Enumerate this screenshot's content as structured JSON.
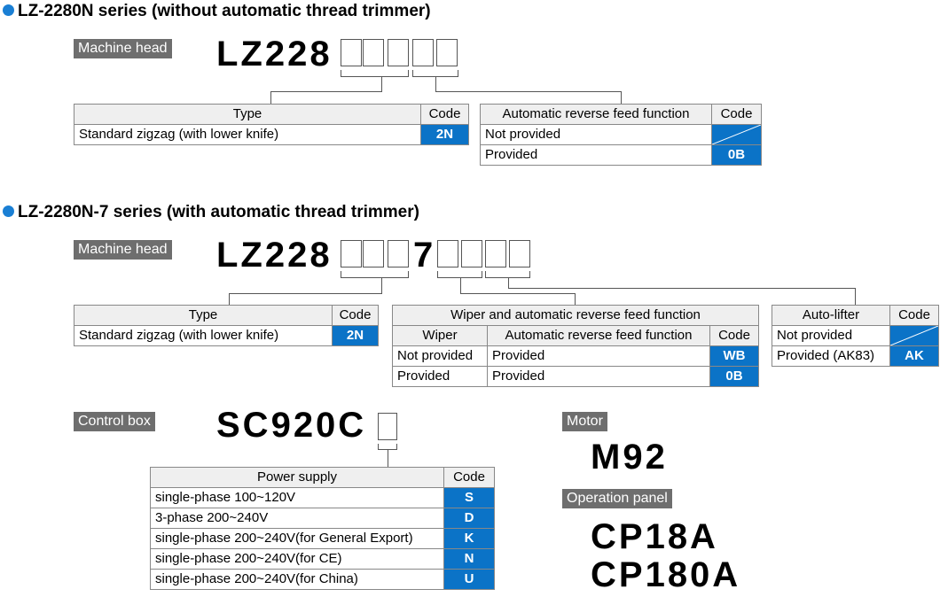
{
  "section1": {
    "title": "LZ-2280N series (without automatic thread trimmer)",
    "head_label": "Machine head",
    "model_prefix": "LZ228",
    "type_table": {
      "headers": [
        "Type",
        "Code"
      ],
      "rows": [
        [
          "Standard zigzag (with lower knife)",
          "2N"
        ]
      ]
    },
    "reverse_table": {
      "headers": [
        "Automatic reverse feed function",
        "Code"
      ],
      "rows": [
        [
          "Not provided",
          ""
        ],
        [
          "Provided",
          "0B"
        ]
      ]
    }
  },
  "section2": {
    "title": "LZ-2280N-7 series (with automatic thread trimmer)",
    "head_label": "Machine head",
    "model_prefix": "LZ228",
    "model_mid": "7",
    "type_table": {
      "headers": [
        "Type",
        "Code"
      ],
      "rows": [
        [
          "Standard zigzag (with lower knife)",
          "2N"
        ]
      ]
    },
    "wiper_table": {
      "title": "Wiper and automatic reverse feed function",
      "headers": [
        "Wiper",
        "Automatic reverse feed function",
        "Code"
      ],
      "rows": [
        [
          "Not provided",
          "Provided",
          "WB"
        ],
        [
          "Provided",
          "Provided",
          "0B"
        ]
      ]
    },
    "lifter_table": {
      "headers": [
        "Auto-lifter",
        "Code"
      ],
      "rows": [
        [
          "Not provided",
          ""
        ],
        [
          "Provided (AK83)",
          "AK"
        ]
      ]
    }
  },
  "control_box": {
    "label": "Control box",
    "model": "SC920C",
    "table": {
      "headers": [
        "Power supply",
        "Code"
      ],
      "rows": [
        [
          "single-phase 100~120V",
          "S"
        ],
        [
          "3-phase 200~240V",
          "D"
        ],
        [
          "single-phase 200~240V(for General Export)",
          "K"
        ],
        [
          "single-phase 200~240V(for CE)",
          "N"
        ],
        [
          "single-phase 200~240V(for China)",
          "U"
        ]
      ]
    }
  },
  "motor": {
    "label": "Motor",
    "model": "M92"
  },
  "operation_panel": {
    "label": "Operation panel",
    "models": [
      "CP18A",
      "CP180A"
    ]
  },
  "colors": {
    "accent": "#0b73c7",
    "bullet": "#1a7fd4",
    "tag_bg": "#6e6e6e"
  }
}
